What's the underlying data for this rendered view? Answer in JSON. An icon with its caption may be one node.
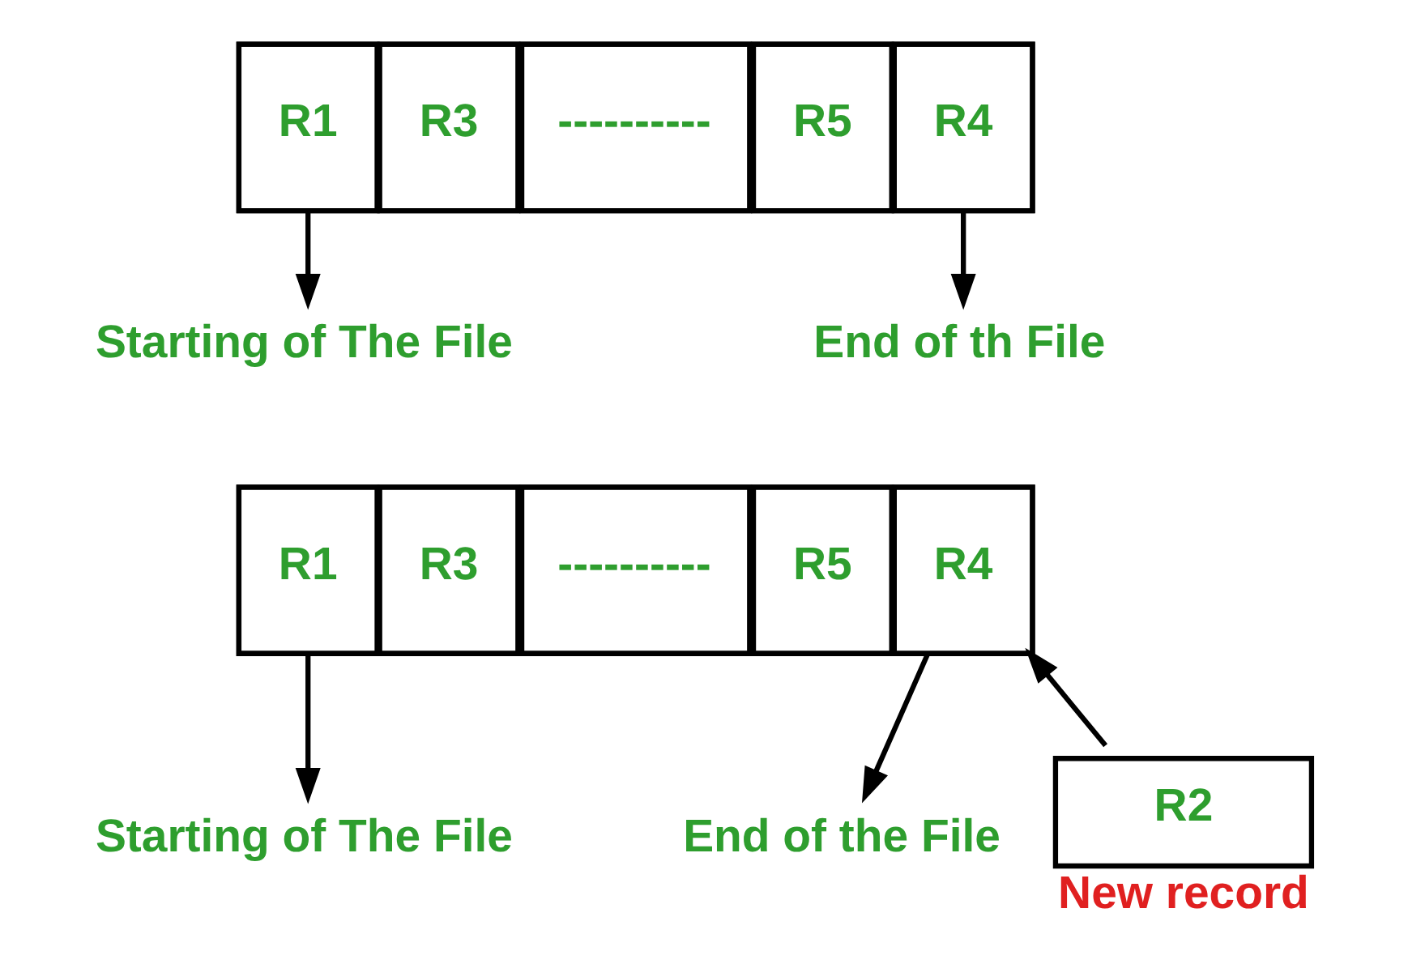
{
  "diagram": {
    "nodes": [
      {
        "text": [],
        "shape": "box"
      },
      {
        "text": [
          "R1"
        ],
        "in": 0
      },
      {
        "text": [
          "R3"
        ],
        "in": 0
      },
      {
        "text": [
          "----------"
        ],
        "in": 0
      },
      {
        "text": [
          "R5"
        ],
        "in": 0
      },
      {
        "text": [
          "R4"
        ],
        "in": 0
      },
      {
        "text": [
          "Starting of The File"
        ]
      },
      {
        "text": [
          "End of th File"
        ]
      },
      {
        "text": [],
        "shape": "box"
      },
      {
        "text": [
          "R1"
        ],
        "in": 8
      },
      {
        "text": [
          "R3"
        ],
        "in": 8
      },
      {
        "text": [
          "----------"
        ],
        "in": 8
      },
      {
        "text": [
          "R5"
        ],
        "in": 8
      },
      {
        "text": [
          "R4"
        ],
        "in": 8
      },
      {
        "text": [
          "Starting of The File"
        ]
      },
      {
        "text": [
          "End of the File"
        ]
      },
      {
        "text": [
          "R2"
        ],
        "beside": [
          "New record"
        ]
      }
    ],
    "edges": [
      {
        "from": 1,
        "to": 6,
        "arrow": "to"
      },
      {
        "from": 5,
        "to": 7,
        "arrow": "to"
      },
      {
        "from": 9,
        "to": 14,
        "arrow": "to"
      },
      {
        "from": 13,
        "to": 15,
        "arrow": "to"
      },
      {
        "from": 16,
        "to": 13,
        "arrow": "to"
      }
    ]
  }
}
